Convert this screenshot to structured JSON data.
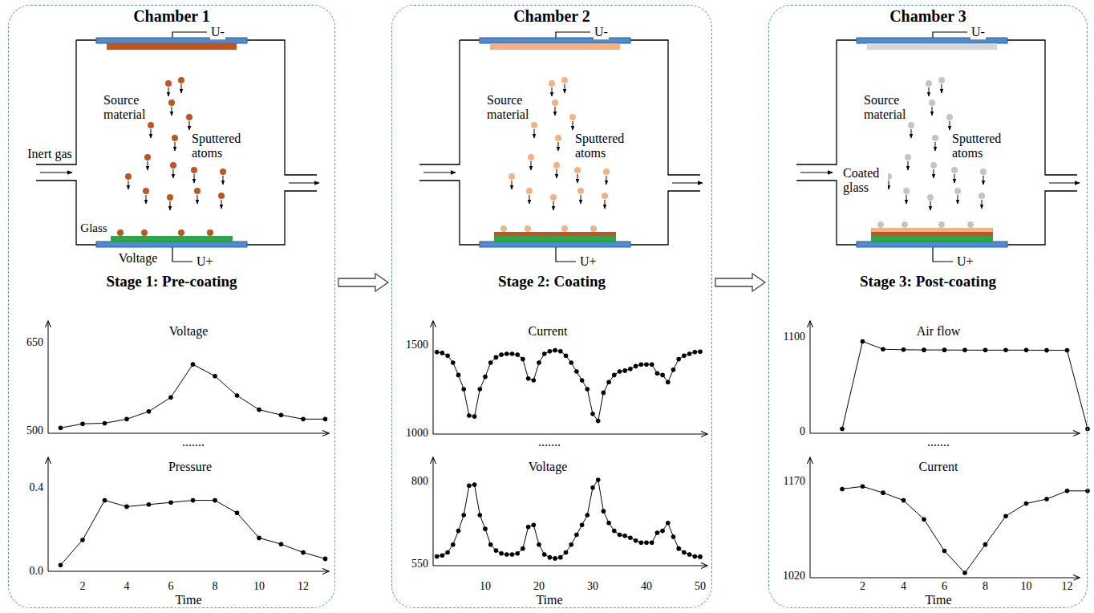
{
  "diagram": {
    "nodes": [
      {
        "text": [
          "Chamber 1",
          "Stage 1: Pre-coating"
        ]
      },
      {
        "text": [
          "Chamber 2",
          "Stage 2: Coating"
        ]
      },
      {
        "text": [
          "Chamber 3",
          "Stage 3: Post-coating"
        ]
      }
    ],
    "edges": [
      {
        "from": 0,
        "to": 1,
        "arrow": "to"
      },
      {
        "from": 1,
        "to": 2,
        "arrow": "to"
      }
    ],
    "labels": [
      "U-",
      "Source material",
      "Sputtered atoms",
      "Inert gas",
      "Glass",
      "Voltage",
      "U+",
      "Voltage",
      "650",
      "500",
      ".......",
      "Pressure",
      "0.4",
      "0.0",
      "2",
      "4",
      "6",
      "8",
      "10",
      "12",
      "Time",
      "U-",
      "Source material",
      "Sputtered atoms",
      "U+",
      "Current",
      "1500",
      "1000",
      ".......",
      "Voltage",
      "800",
      "550",
      "10",
      "20",
      "30",
      "40",
      "50",
      "Time",
      "U-",
      "Source material",
      "Sputtered atoms",
      "Coated glass",
      "U+",
      "Air flow",
      "1100",
      "0",
      ".......",
      "Current",
      "1170",
      "1020",
      "2",
      "4",
      "6",
      "8",
      "10",
      "12",
      "Time"
    ]
  }
}
